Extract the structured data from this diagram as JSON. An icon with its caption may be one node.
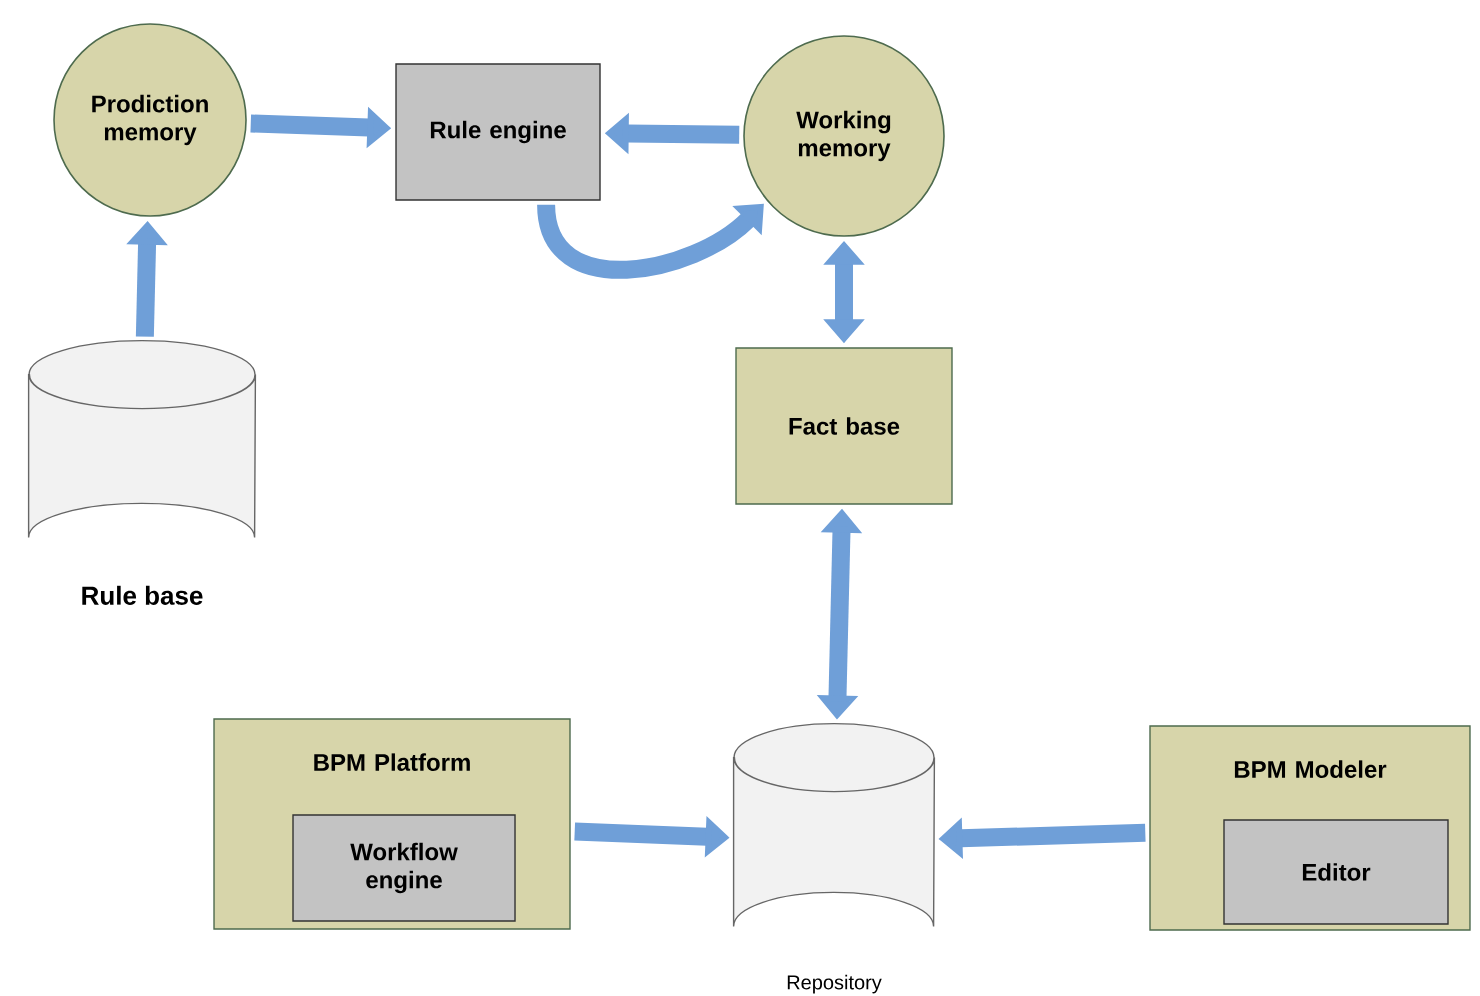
{
  "diagram": {
    "nodes": [
      {
        "text": [
          "Prodiction memory"
        ]
      },
      {
        "text": [
          "Rule engine"
        ]
      },
      {
        "text": [
          "Working memory"
        ]
      },
      {
        "text": [],
        "shape": "cylinder",
        "beside": [
          "Rule base"
        ]
      },
      {
        "text": [
          "Fact base"
        ]
      },
      {
        "text": [
          "BPM Platform"
        ]
      },
      {
        "text": [
          "Workflow engine"
        ],
        "in": 5
      },
      {
        "text": [],
        "shape": "cylinder",
        "beside": [
          "Repository"
        ]
      },
      {
        "text": [
          "BPM Modeler"
        ]
      },
      {
        "text": [
          "Editor"
        ],
        "in": 8
      }
    ],
    "edges": [
      {
        "from": 0,
        "to": 1,
        "arrow": "to"
      },
      {
        "from": 2,
        "to": 1,
        "arrow": "to"
      },
      {
        "from": 1,
        "to": 2,
        "arrow": "to"
      },
      {
        "from": 3,
        "to": 0,
        "arrow": "to"
      },
      {
        "from": 2,
        "to": 4,
        "arrow": "both"
      },
      {
        "from": 4,
        "to": 7,
        "arrow": "both"
      },
      {
        "from": 5,
        "to": 7,
        "arrow": "to"
      },
      {
        "from": 8,
        "to": 7,
        "arrow": "to"
      }
    ]
  }
}
